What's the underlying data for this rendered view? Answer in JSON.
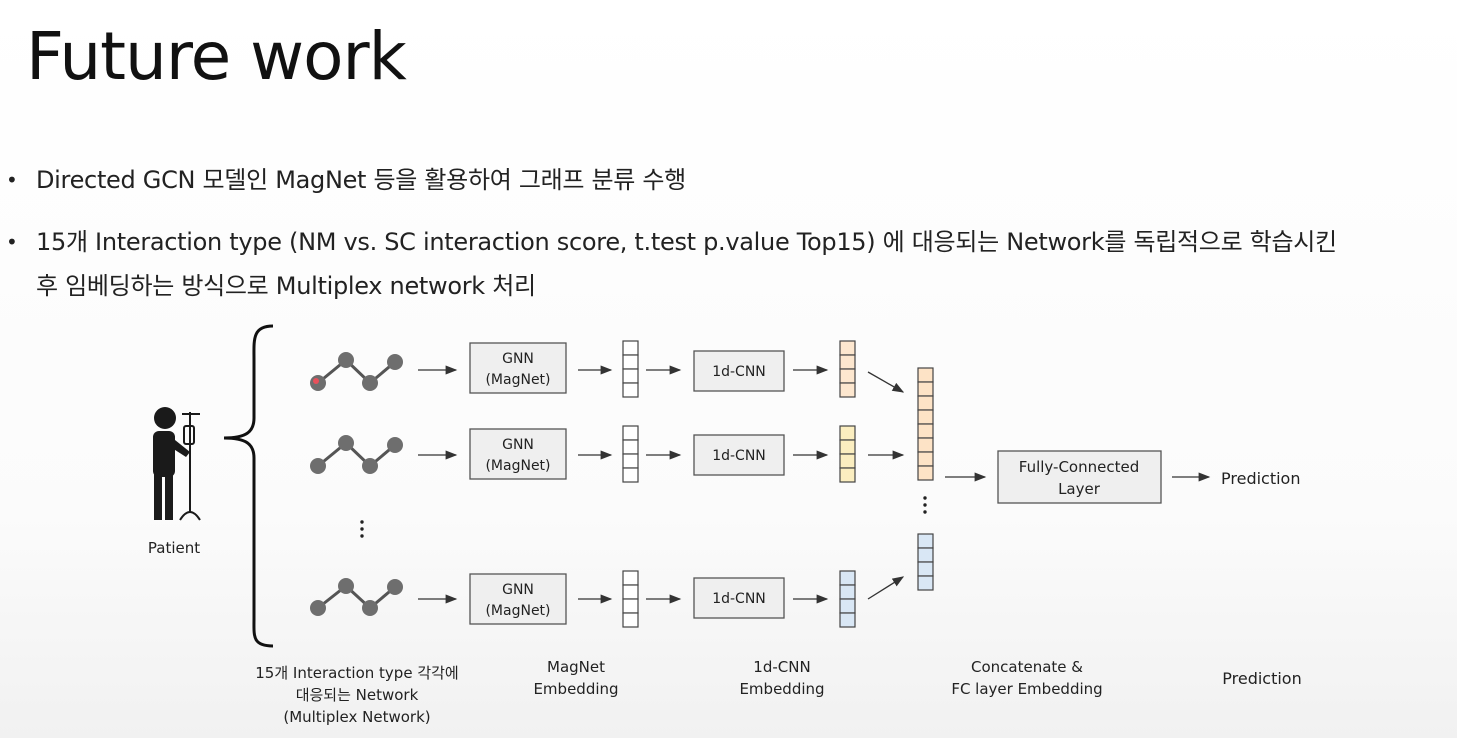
{
  "slide": {
    "title": "Future work",
    "bullets": [
      {
        "lines": [
          "Directed GCN 모델인 MagNet 등을 활용하여 그래프 분류 수행"
        ]
      },
      {
        "lines": [
          "15개 Interaction type (NM vs. SC interaction score, t.test p.value Top15) 에 대응되는 Network를 독립적으로 학습시킨",
          "후 임베딩하는 방식으로 Multiplex network 처리"
        ]
      }
    ]
  },
  "diagram": {
    "patient_label": "Patient",
    "gnn_label_line1": "GNN",
    "gnn_label_line2": "(MagNet)",
    "cnn_label": "1d-CNN",
    "fc_label_line1": "Fully-Connected",
    "fc_label_line2": "Layer",
    "prediction_label": "Prediction",
    "captions": {
      "networks": [
        "15개 Interaction type 각각에",
        "대응되는 Network",
        "(Multiplex Network)"
      ],
      "magnet": [
        "MagNet",
        "Embedding"
      ],
      "cnn": [
        "1d-CNN",
        "Embedding"
      ],
      "concat": [
        "Concatenate &",
        "FC layer Embedding"
      ],
      "prediction": [
        "Prediction"
      ]
    },
    "colors": {
      "node": "#6e6e6e",
      "highlight_node": "#e8505b",
      "box_fill": "#efefef",
      "box_stroke": "#555555",
      "cnn_embed_fill": "#fde7cf",
      "concat_fill": "#fde3c6",
      "bottom_embed_fill": "#d9e7f5"
    }
  }
}
